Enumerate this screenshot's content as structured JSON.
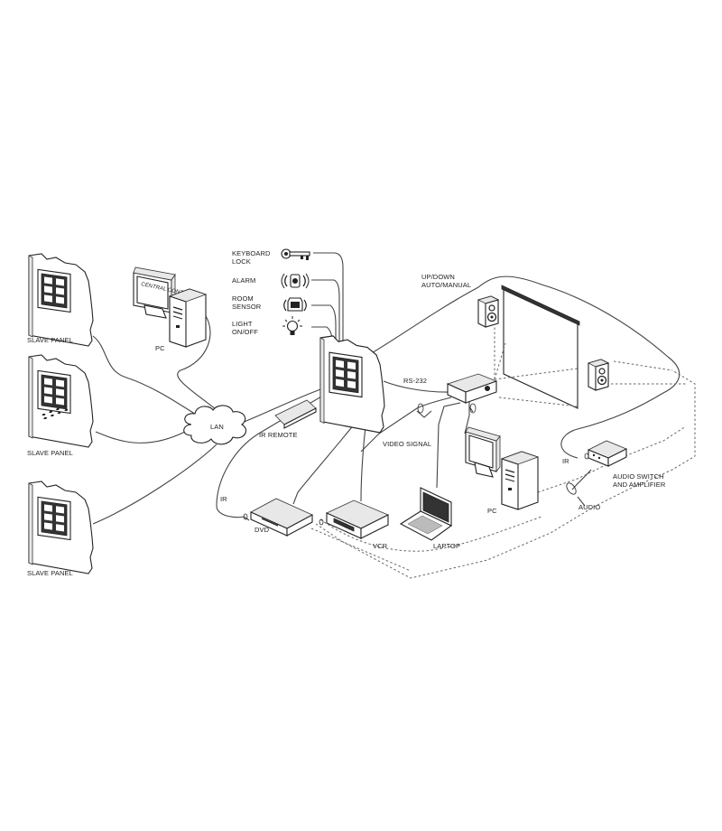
{
  "labels": {
    "slave_panel_1": "SLAVE PANEL",
    "slave_panel_2": "SLAVE PANEL",
    "slave_panel_3": "SLAVE PANEL",
    "pc_left": "PC",
    "pc_screen": "CENTRAL CONTROL",
    "lan": "LAN",
    "keyboard_lock_1": "KEYBOARD",
    "keyboard_lock_2": "LOCK",
    "alarm": "ALARM",
    "room_sensor_1": "ROOM",
    "room_sensor_2": "SENSOR",
    "light_1": "LIGHT",
    "light_2": "ON/OFF",
    "ir_remote": "IR REMOTE",
    "updown_1": "UP/DOWN",
    "updown_2": "AUTO/MANUAL",
    "rs232": "RS-232",
    "video_signal": "VIDEO SIGNAL",
    "ir_left": "IR",
    "ir_right": "IR",
    "dvd": "DVD",
    "vcr": "VCR",
    "laptop": "LAPTOP",
    "pc_right": "PC",
    "audio_switch_1": "AUDIO SWITCH",
    "audio_switch_2": "AND AMPLIFIER",
    "audio": "AUDIO"
  },
  "icons": {
    "slave_panel": "wall-panel-icon",
    "main_panel": "master-panel-icon",
    "pc": "desktop-computer-icon",
    "lan": "cloud-network-icon",
    "key": "key-icon",
    "alarm": "alarm-icon",
    "sensor": "sensor-icon",
    "light": "light-bulb-icon",
    "remote": "ir-remote-icon",
    "projector": "projector-icon",
    "screen": "projection-screen-icon",
    "speaker": "speaker-icon",
    "dvd": "dvd-player-icon",
    "vcr": "vcr-icon",
    "laptop": "laptop-icon",
    "amplifier": "amplifier-icon"
  }
}
